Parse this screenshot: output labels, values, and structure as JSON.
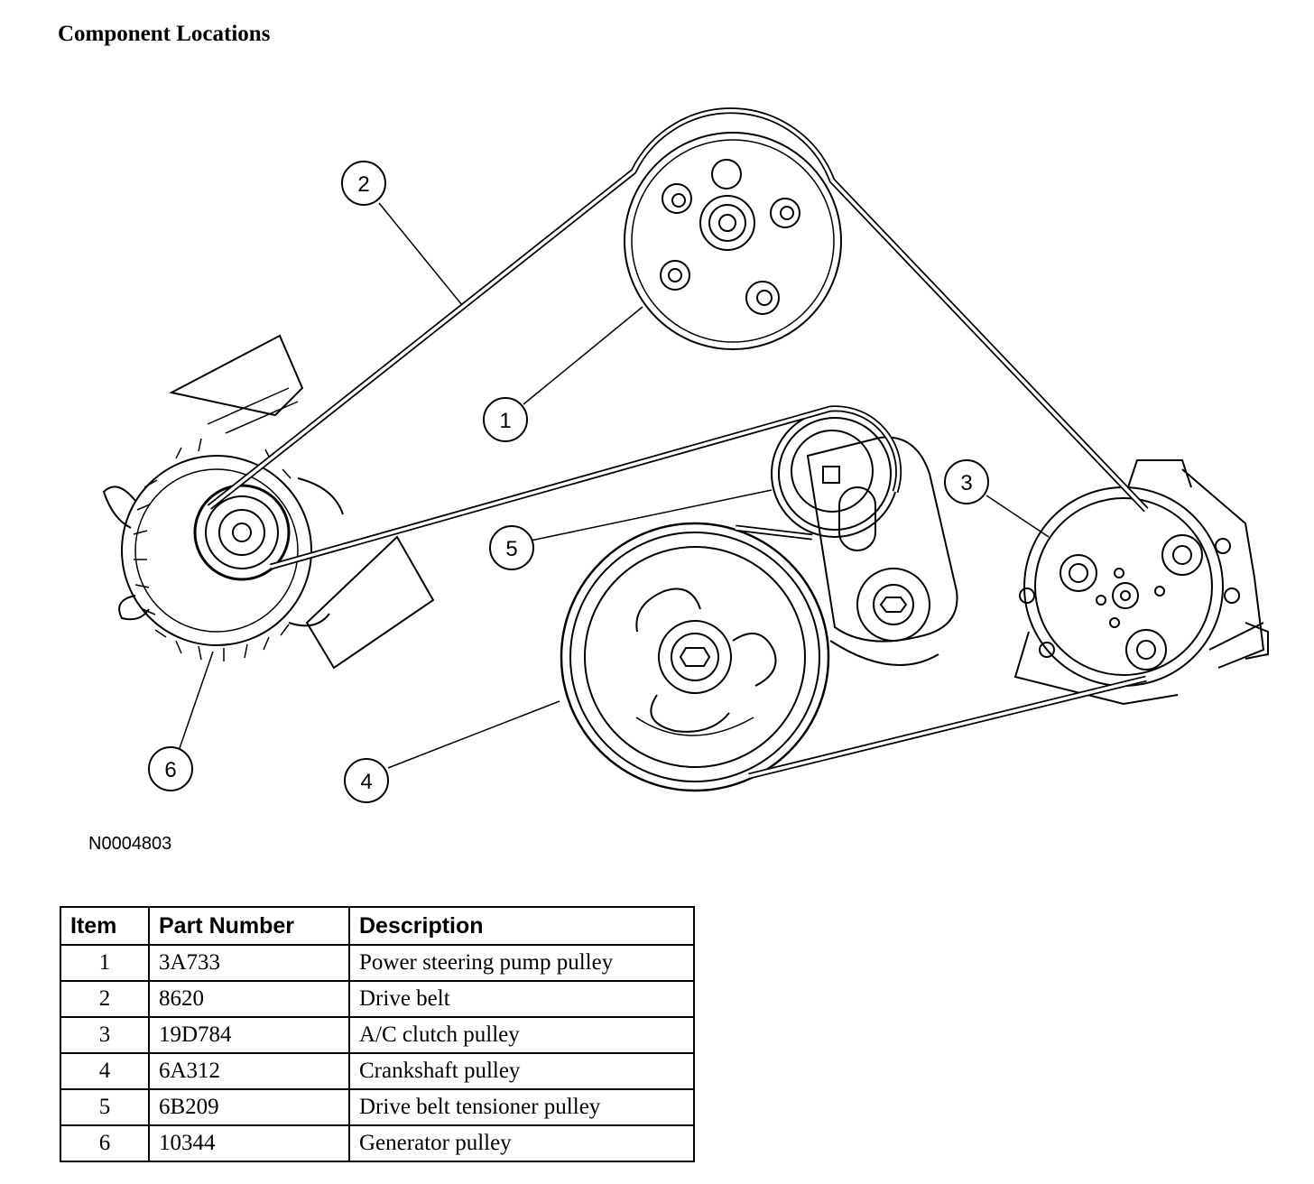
{
  "title": "Component Locations",
  "figure_id": "N0004803",
  "callouts": [
    "1",
    "2",
    "3",
    "4",
    "5",
    "6"
  ],
  "table": {
    "headers": [
      "Item",
      "Part Number",
      "Description"
    ],
    "rows": [
      {
        "item": "1",
        "part": "3A733",
        "desc": "Power steering pump pulley"
      },
      {
        "item": "2",
        "part": "8620",
        "desc": "Drive belt"
      },
      {
        "item": "3",
        "part": "19D784",
        "desc": "A/C clutch pulley"
      },
      {
        "item": "4",
        "part": "6A312",
        "desc": "Crankshaft pulley"
      },
      {
        "item": "5",
        "part": "6B209",
        "desc": "Drive belt tensioner pulley"
      },
      {
        "item": "6",
        "part": "10344",
        "desc": "Generator pulley"
      }
    ]
  }
}
